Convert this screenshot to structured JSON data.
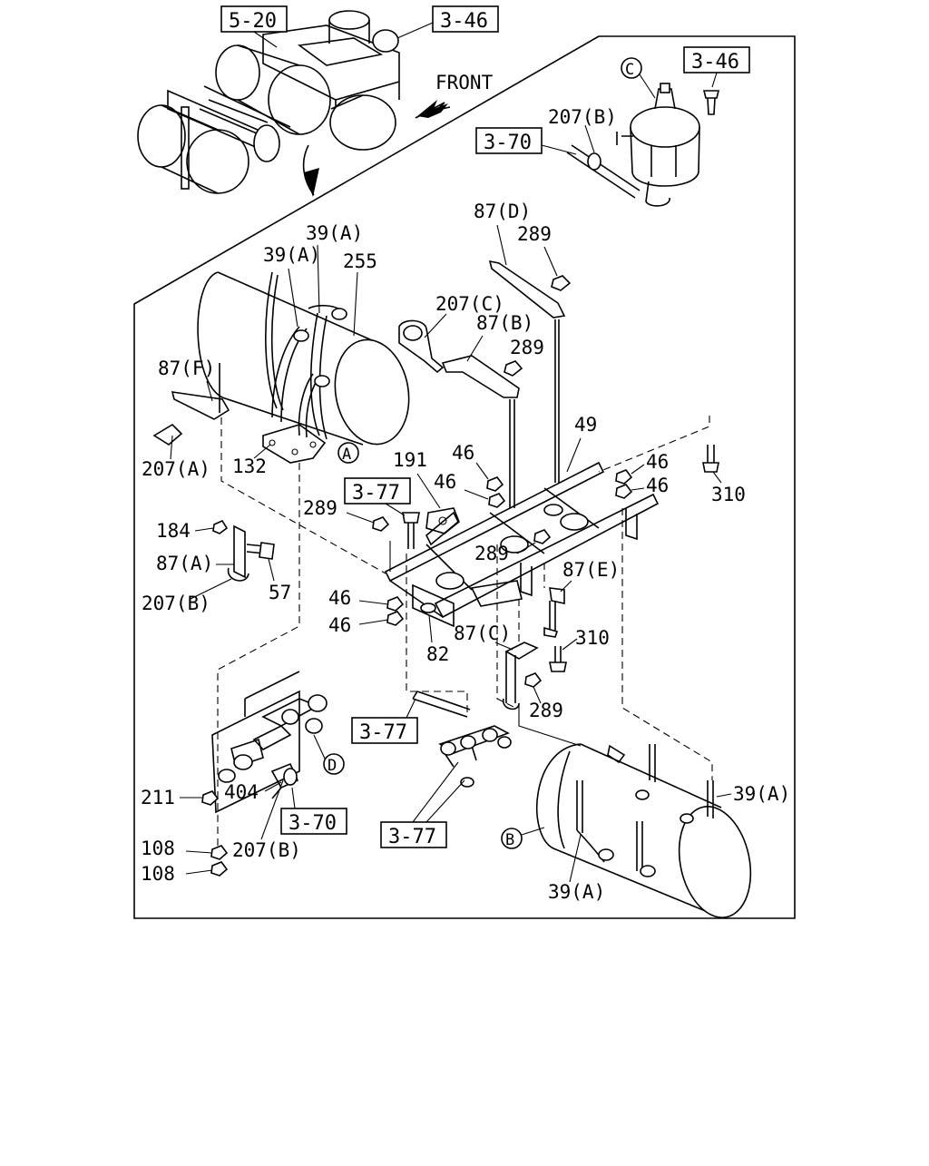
{
  "direction_label": "FRONT",
  "ref_boxes": [
    "5-20",
    "3-46",
    "3-46",
    "3-70",
    "3-77",
    "3-77",
    "3-70",
    "3-77"
  ],
  "circle_markers": [
    "C",
    "A",
    "D",
    "B"
  ],
  "part_labels": [
    "207(B)",
    "87(D)",
    "289",
    "39(A)",
    "39(A)",
    "255",
    "207(C)",
    "87(B)",
    "289",
    "87(F)",
    "207(A)",
    "132",
    "49",
    "191",
    "46",
    "46",
    "46",
    "46",
    "310",
    "289",
    "184",
    "87(A)",
    "57",
    "207(B)",
    "289",
    "87(E)",
    "46",
    "46",
    "82",
    "87(C)",
    "310",
    "289",
    "211",
    "404",
    "108",
    "207(B)",
    "108",
    "39(A)",
    "39(A)"
  ]
}
